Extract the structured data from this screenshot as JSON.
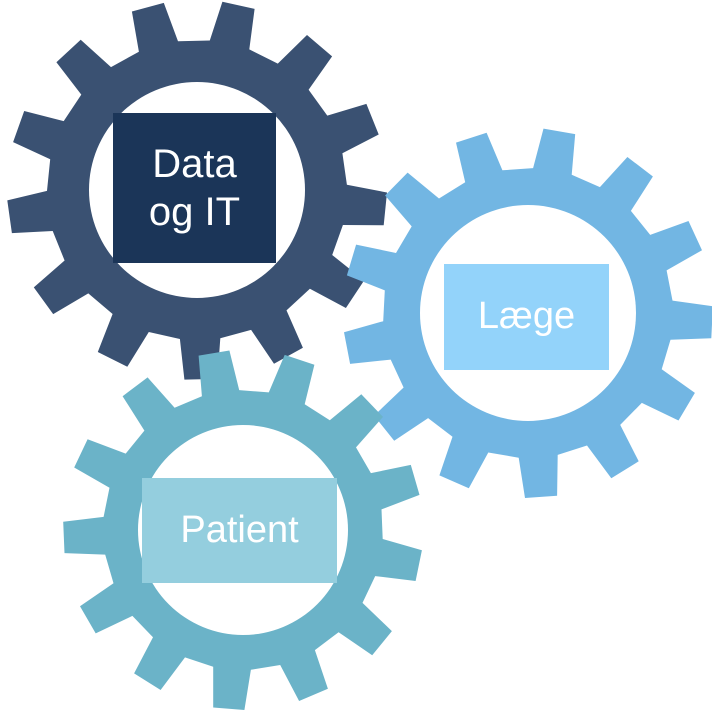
{
  "gears": [
    {
      "id": "data",
      "label": "Data\nog IT",
      "gear_color": "#3a5172",
      "box_color": "#1b3558",
      "text_color": "#ffffff",
      "teeth": 13
    },
    {
      "id": "laege",
      "label": "Læge",
      "gear_color": "#72b6e3",
      "box_color": "#93d3fa",
      "text_color": "#ffffff",
      "teeth": 13
    },
    {
      "id": "patient",
      "label": "Patient",
      "gear_color": "#6bb3c8",
      "box_color": "#94cede",
      "text_color": "#ffffff",
      "teeth": 13
    }
  ]
}
